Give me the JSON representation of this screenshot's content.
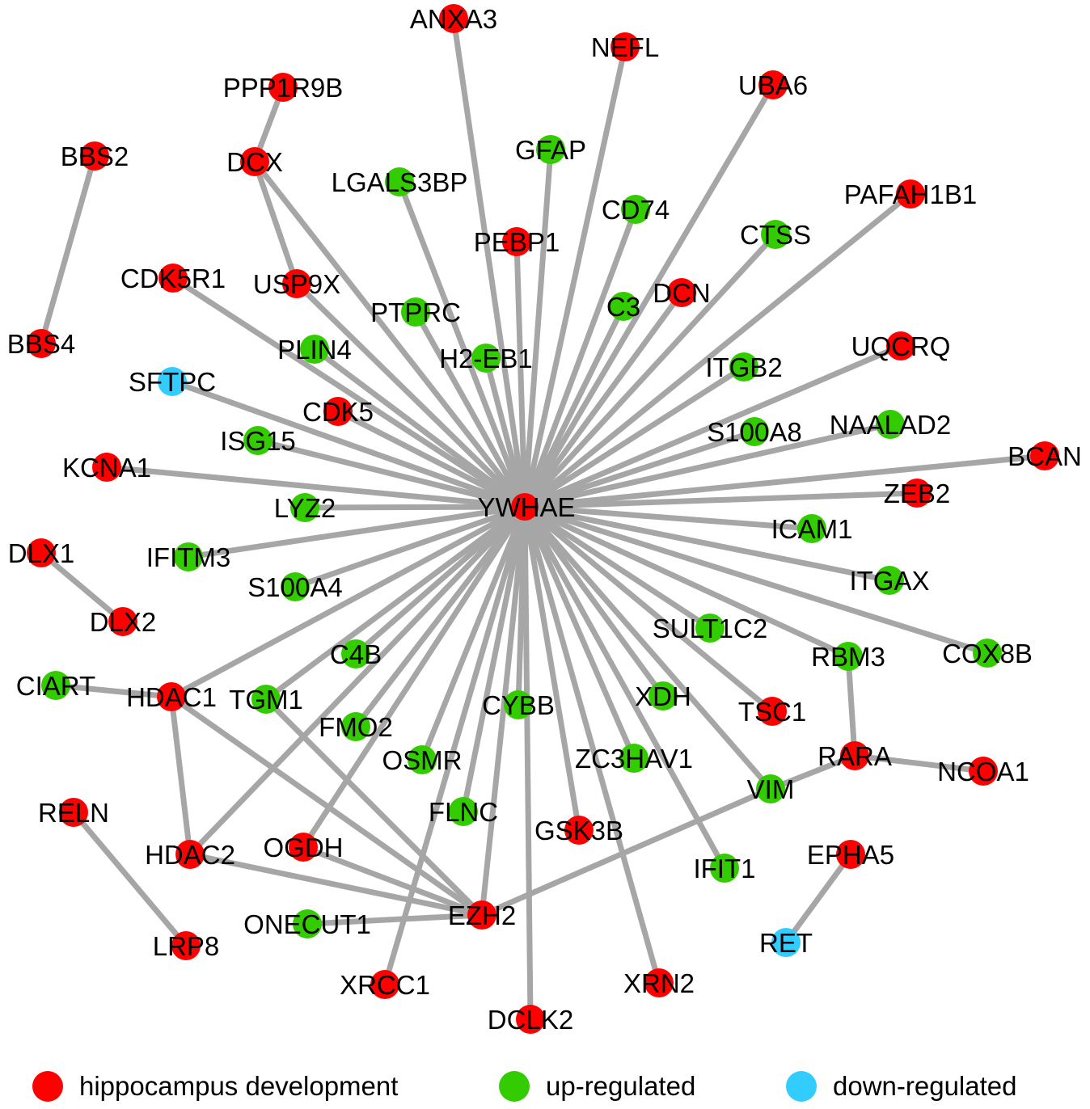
{
  "colors": {
    "hippocampus": "#ff0000",
    "up": "#33cc00",
    "down": "#33ccff",
    "edge": "#a6a6a6"
  },
  "legend": [
    {
      "category": "hippocampus",
      "label": "hippocampus development"
    },
    {
      "category": "up",
      "label": "up-regulated"
    },
    {
      "category": "down",
      "label": "down-regulated"
    }
  ],
  "nodes": [
    {
      "id": "YWHAE",
      "category": "hippocampus"
    },
    {
      "id": "ANXA3",
      "category": "hippocampus"
    },
    {
      "id": "NEFL",
      "category": "hippocampus"
    },
    {
      "id": "UBA6",
      "category": "hippocampus"
    },
    {
      "id": "PPP1R9B",
      "category": "hippocampus"
    },
    {
      "id": "DCX",
      "category": "hippocampus"
    },
    {
      "id": "BBS2",
      "category": "hippocampus"
    },
    {
      "id": "BBS4",
      "category": "hippocampus"
    },
    {
      "id": "GFAP",
      "category": "up"
    },
    {
      "id": "LGALS3BP",
      "category": "up"
    },
    {
      "id": "CD74",
      "category": "up"
    },
    {
      "id": "PAFAH1B1",
      "category": "hippocampus"
    },
    {
      "id": "CTSS",
      "category": "up"
    },
    {
      "id": "PEBP1",
      "category": "hippocampus"
    },
    {
      "id": "CDK5R1",
      "category": "hippocampus"
    },
    {
      "id": "USP9X",
      "category": "hippocampus"
    },
    {
      "id": "DCN",
      "category": "hippocampus"
    },
    {
      "id": "C3",
      "category": "up"
    },
    {
      "id": "PTPRC",
      "category": "up"
    },
    {
      "id": "UQCRQ",
      "category": "hippocampus"
    },
    {
      "id": "PLIN4",
      "category": "up"
    },
    {
      "id": "H2-EB1",
      "category": "up"
    },
    {
      "id": "ITGB2",
      "category": "up"
    },
    {
      "id": "SFTPC",
      "category": "down"
    },
    {
      "id": "CDK5",
      "category": "hippocampus"
    },
    {
      "id": "NAALAD2",
      "category": "up"
    },
    {
      "id": "S100A8",
      "category": "up"
    },
    {
      "id": "ISG15",
      "category": "up"
    },
    {
      "id": "BCAN",
      "category": "hippocampus"
    },
    {
      "id": "KCNA1",
      "category": "hippocampus"
    },
    {
      "id": "ZEB2",
      "category": "hippocampus"
    },
    {
      "id": "LYZ2",
      "category": "up"
    },
    {
      "id": "ICAM1",
      "category": "up"
    },
    {
      "id": "DLX1",
      "category": "hippocampus"
    },
    {
      "id": "IFITM3",
      "category": "up"
    },
    {
      "id": "ITGAX",
      "category": "up"
    },
    {
      "id": "S100A4",
      "category": "up"
    },
    {
      "id": "DLX2",
      "category": "hippocampus"
    },
    {
      "id": "SULT1C2",
      "category": "up"
    },
    {
      "id": "C4B",
      "category": "up"
    },
    {
      "id": "RBM3",
      "category": "up"
    },
    {
      "id": "COX8B",
      "category": "up"
    },
    {
      "id": "CIART",
      "category": "up"
    },
    {
      "id": "HDAC1",
      "category": "hippocampus"
    },
    {
      "id": "TGM1",
      "category": "up"
    },
    {
      "id": "XDH",
      "category": "up"
    },
    {
      "id": "CYBB",
      "category": "up"
    },
    {
      "id": "TSC1",
      "category": "hippocampus"
    },
    {
      "id": "FMO2",
      "category": "up"
    },
    {
      "id": "ZC3HAV1",
      "category": "up"
    },
    {
      "id": "OSMR",
      "category": "up"
    },
    {
      "id": "RARA",
      "category": "hippocampus"
    },
    {
      "id": "NCOA1",
      "category": "hippocampus"
    },
    {
      "id": "VIM",
      "category": "up"
    },
    {
      "id": "RELN",
      "category": "hippocampus"
    },
    {
      "id": "FLNC",
      "category": "up"
    },
    {
      "id": "GSK3B",
      "category": "hippocampus"
    },
    {
      "id": "HDAC2",
      "category": "hippocampus"
    },
    {
      "id": "OGDH",
      "category": "hippocampus"
    },
    {
      "id": "EPHA5",
      "category": "hippocampus"
    },
    {
      "id": "IFIT1",
      "category": "up"
    },
    {
      "id": "ONECUT1",
      "category": "up"
    },
    {
      "id": "EZH2",
      "category": "hippocampus"
    },
    {
      "id": "LRP8",
      "category": "hippocampus"
    },
    {
      "id": "RET",
      "category": "down"
    },
    {
      "id": "XRCC1",
      "category": "hippocampus"
    },
    {
      "id": "XRN2",
      "category": "hippocampus"
    },
    {
      "id": "DCLK2",
      "category": "hippocampus"
    }
  ],
  "edges": [
    [
      "YWHAE",
      "ANXA3"
    ],
    [
      "YWHAE",
      "NEFL"
    ],
    [
      "YWHAE",
      "UBA6"
    ],
    [
      "YWHAE",
      "DCX"
    ],
    [
      "YWHAE",
      "GFAP"
    ],
    [
      "YWHAE",
      "LGALS3BP"
    ],
    [
      "YWHAE",
      "CD74"
    ],
    [
      "YWHAE",
      "PAFAH1B1"
    ],
    [
      "YWHAE",
      "CTSS"
    ],
    [
      "YWHAE",
      "PEBP1"
    ],
    [
      "YWHAE",
      "CDK5R1"
    ],
    [
      "YWHAE",
      "USP9X"
    ],
    [
      "YWHAE",
      "DCN"
    ],
    [
      "YWHAE",
      "C3"
    ],
    [
      "YWHAE",
      "PTPRC"
    ],
    [
      "YWHAE",
      "UQCRQ"
    ],
    [
      "YWHAE",
      "PLIN4"
    ],
    [
      "YWHAE",
      "H2-EB1"
    ],
    [
      "YWHAE",
      "ITGB2"
    ],
    [
      "YWHAE",
      "SFTPC"
    ],
    [
      "YWHAE",
      "CDK5"
    ],
    [
      "YWHAE",
      "NAALAD2"
    ],
    [
      "YWHAE",
      "S100A8"
    ],
    [
      "YWHAE",
      "ISG15"
    ],
    [
      "YWHAE",
      "BCAN"
    ],
    [
      "YWHAE",
      "KCNA1"
    ],
    [
      "YWHAE",
      "ZEB2"
    ],
    [
      "YWHAE",
      "LYZ2"
    ],
    [
      "YWHAE",
      "ICAM1"
    ],
    [
      "YWHAE",
      "IFITM3"
    ],
    [
      "YWHAE",
      "ITGAX"
    ],
    [
      "YWHAE",
      "S100A4"
    ],
    [
      "YWHAE",
      "SULT1C2"
    ],
    [
      "YWHAE",
      "C4B"
    ],
    [
      "YWHAE",
      "RBM3"
    ],
    [
      "YWHAE",
      "COX8B"
    ],
    [
      "YWHAE",
      "HDAC1"
    ],
    [
      "YWHAE",
      "TGM1"
    ],
    [
      "YWHAE",
      "XDH"
    ],
    [
      "YWHAE",
      "CYBB"
    ],
    [
      "YWHAE",
      "TSC1"
    ],
    [
      "YWHAE",
      "FMO2"
    ],
    [
      "YWHAE",
      "ZC3HAV1"
    ],
    [
      "YWHAE",
      "OSMR"
    ],
    [
      "YWHAE",
      "VIM"
    ],
    [
      "YWHAE",
      "FLNC"
    ],
    [
      "YWHAE",
      "GSK3B"
    ],
    [
      "YWHAE",
      "HDAC2"
    ],
    [
      "YWHAE",
      "OGDH"
    ],
    [
      "YWHAE",
      "IFIT1"
    ],
    [
      "YWHAE",
      "EZH2"
    ],
    [
      "YWHAE",
      "XRCC1"
    ],
    [
      "YWHAE",
      "XRN2"
    ],
    [
      "YWHAE",
      "DCLK2"
    ],
    [
      "PPP1R9B",
      "DCX"
    ],
    [
      "DCX",
      "USP9X"
    ],
    [
      "BBS2",
      "BBS4"
    ],
    [
      "DLX1",
      "DLX2"
    ],
    [
      "CIART",
      "HDAC1"
    ],
    [
      "HDAC1",
      "HDAC2"
    ],
    [
      "HDAC1",
      "EZH2"
    ],
    [
      "TGM1",
      "EZH2"
    ],
    [
      "HDAC2",
      "EZH2"
    ],
    [
      "OGDH",
      "EZH2"
    ],
    [
      "ONECUT1",
      "EZH2"
    ],
    [
      "VIM",
      "EZH2"
    ],
    [
      "VIM",
      "RARA"
    ],
    [
      "RBM3",
      "RARA"
    ],
    [
      "RARA",
      "NCOA1"
    ],
    [
      "RELN",
      "LRP8"
    ],
    [
      "EPHA5",
      "RET"
    ]
  ]
}
